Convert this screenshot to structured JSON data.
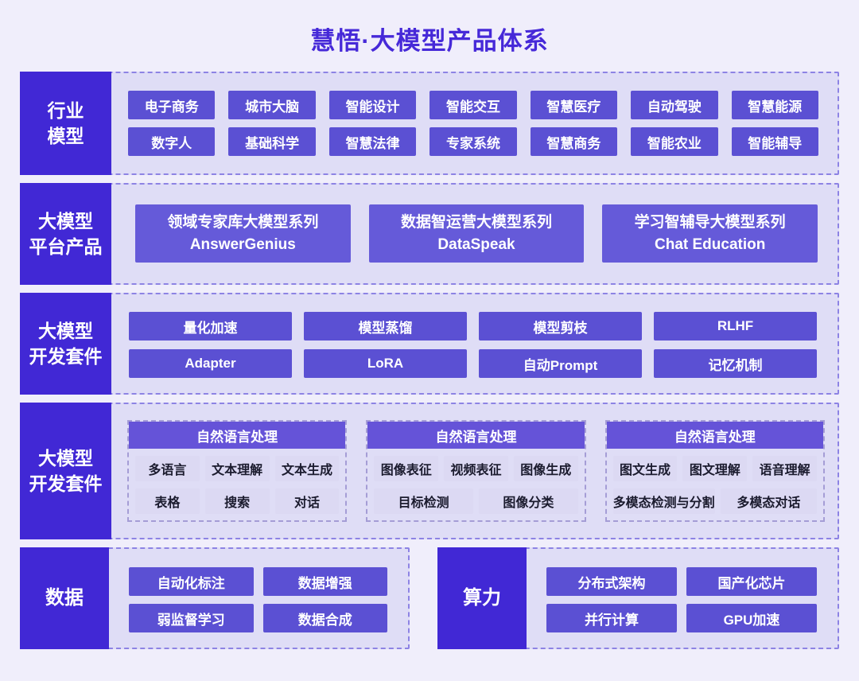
{
  "title": "慧悟·大模型产品体系",
  "colors": {
    "accent_dark": "#4128d5",
    "chip_purple": "#5b50d3",
    "product_purple": "#655ad9",
    "group_header_purple": "#6553d8",
    "lite_chip_bg": "#dcd9f3",
    "frame_fill": "#dfddf6",
    "frame_dash": "#8d83e4",
    "page_bg": "#f0eefb",
    "title_color": "#4629d8"
  },
  "row1": {
    "label": "行业\n模型",
    "chips": [
      "电子商务",
      "城市大脑",
      "智能设计",
      "智能交互",
      "智慧医疗",
      "自动驾驶",
      "智慧能源",
      "数字人",
      "基础科学",
      "智慧法律",
      "专家系统",
      "智慧商务",
      "智能农业",
      "智能辅导"
    ]
  },
  "row2": {
    "label": "大模型\n平台产品",
    "products": [
      {
        "name": "领域专家库大模型系列",
        "en": "AnswerGenius"
      },
      {
        "name": "数据智运营大模型系列",
        "en": "DataSpeak"
      },
      {
        "name": "学习智辅导大模型系列",
        "en": "Chat Education"
      }
    ]
  },
  "row3": {
    "label": "大模型\n开发套件",
    "chips": [
      "量化加速",
      "模型蒸馏",
      "模型剪枝",
      "RLHF",
      "Adapter",
      "LoRA",
      "自动Prompt",
      "记忆机制"
    ]
  },
  "row4": {
    "label": "大模型\n开发套件",
    "groups": [
      {
        "header": "自然语言处理",
        "row1": [
          "多语言",
          "文本理解",
          "文本生成"
        ],
        "row2": [
          "表格",
          "搜索",
          "对话"
        ]
      },
      {
        "header": "自然语言处理",
        "row1": [
          "图像表征",
          "视频表征",
          "图像生成"
        ],
        "row2": [
          "目标检测",
          "图像分类"
        ]
      },
      {
        "header": "自然语言处理",
        "row1": [
          "图文生成",
          "图文理解",
          "语音理解"
        ],
        "row2": [
          "多模态检测与分割",
          "多模态对话"
        ]
      }
    ]
  },
  "row5": {
    "data": {
      "label": "数据",
      "chips": [
        "自动化标注",
        "数据增强",
        "弱监督学习",
        "数据合成"
      ]
    },
    "compute": {
      "label": "算力",
      "chips": [
        "分布式架构",
        "国产化芯片",
        "并行计算",
        "GPU加速"
      ]
    }
  }
}
